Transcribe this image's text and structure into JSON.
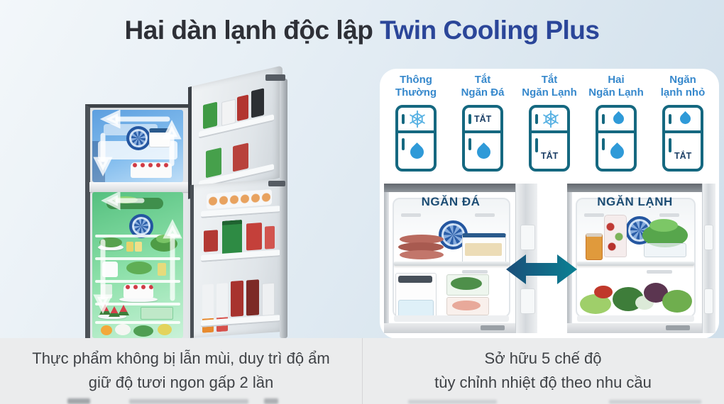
{
  "title": {
    "text_dark": "Hai dàn lạnh độc lập",
    "text_accent": "Twin Cooling Plus"
  },
  "modes": {
    "tat_label": "TẮT",
    "items": [
      {
        "line1": "Thông",
        "line2": "Thường",
        "top": "snowflake",
        "bottom": "drop"
      },
      {
        "line1": "Tắt",
        "line2": "Ngăn Đá",
        "top": "tat",
        "bottom": "drop"
      },
      {
        "line1": "Tắt",
        "line2": "Ngăn Lạnh",
        "top": "snowflake",
        "bottom": "tat"
      },
      {
        "line1": "Hai",
        "line2": "Ngăn Lạnh",
        "top": "drop",
        "bottom": "drop"
      },
      {
        "line1": "Ngăn",
        "line2": "lạnh nhỏ",
        "top": "drop",
        "bottom": "tat"
      }
    ]
  },
  "compartments": {
    "freezer_label": "NGĂN ĐÁ",
    "fridge_label": "NGĂN LẠNH"
  },
  "captions": {
    "left": [
      "Thực phẩm không bị lẫn mùi, duy trì độ ẩm",
      "giữ độ tươi ngon gấp 2 lần"
    ],
    "right": [
      "Sở hữu 5 chế độ",
      "tùy chỉnh nhiệt độ theo nhu cầu"
    ]
  },
  "colors": {
    "accent_blue": "#2b4699",
    "mode_label_blue": "#3688cc",
    "icon_outline_teal": "#156880",
    "drop_blue": "#2f9ad8",
    "snowflake_blue": "#57b1e3",
    "tat_navy": "#1c3f66",
    "compartment_label_navy": "#1d4d74",
    "arrow_gradient_start": "#1b4e79",
    "arrow_gradient_end": "#0a8093",
    "caption_strip_gray": "#ebeced"
  }
}
